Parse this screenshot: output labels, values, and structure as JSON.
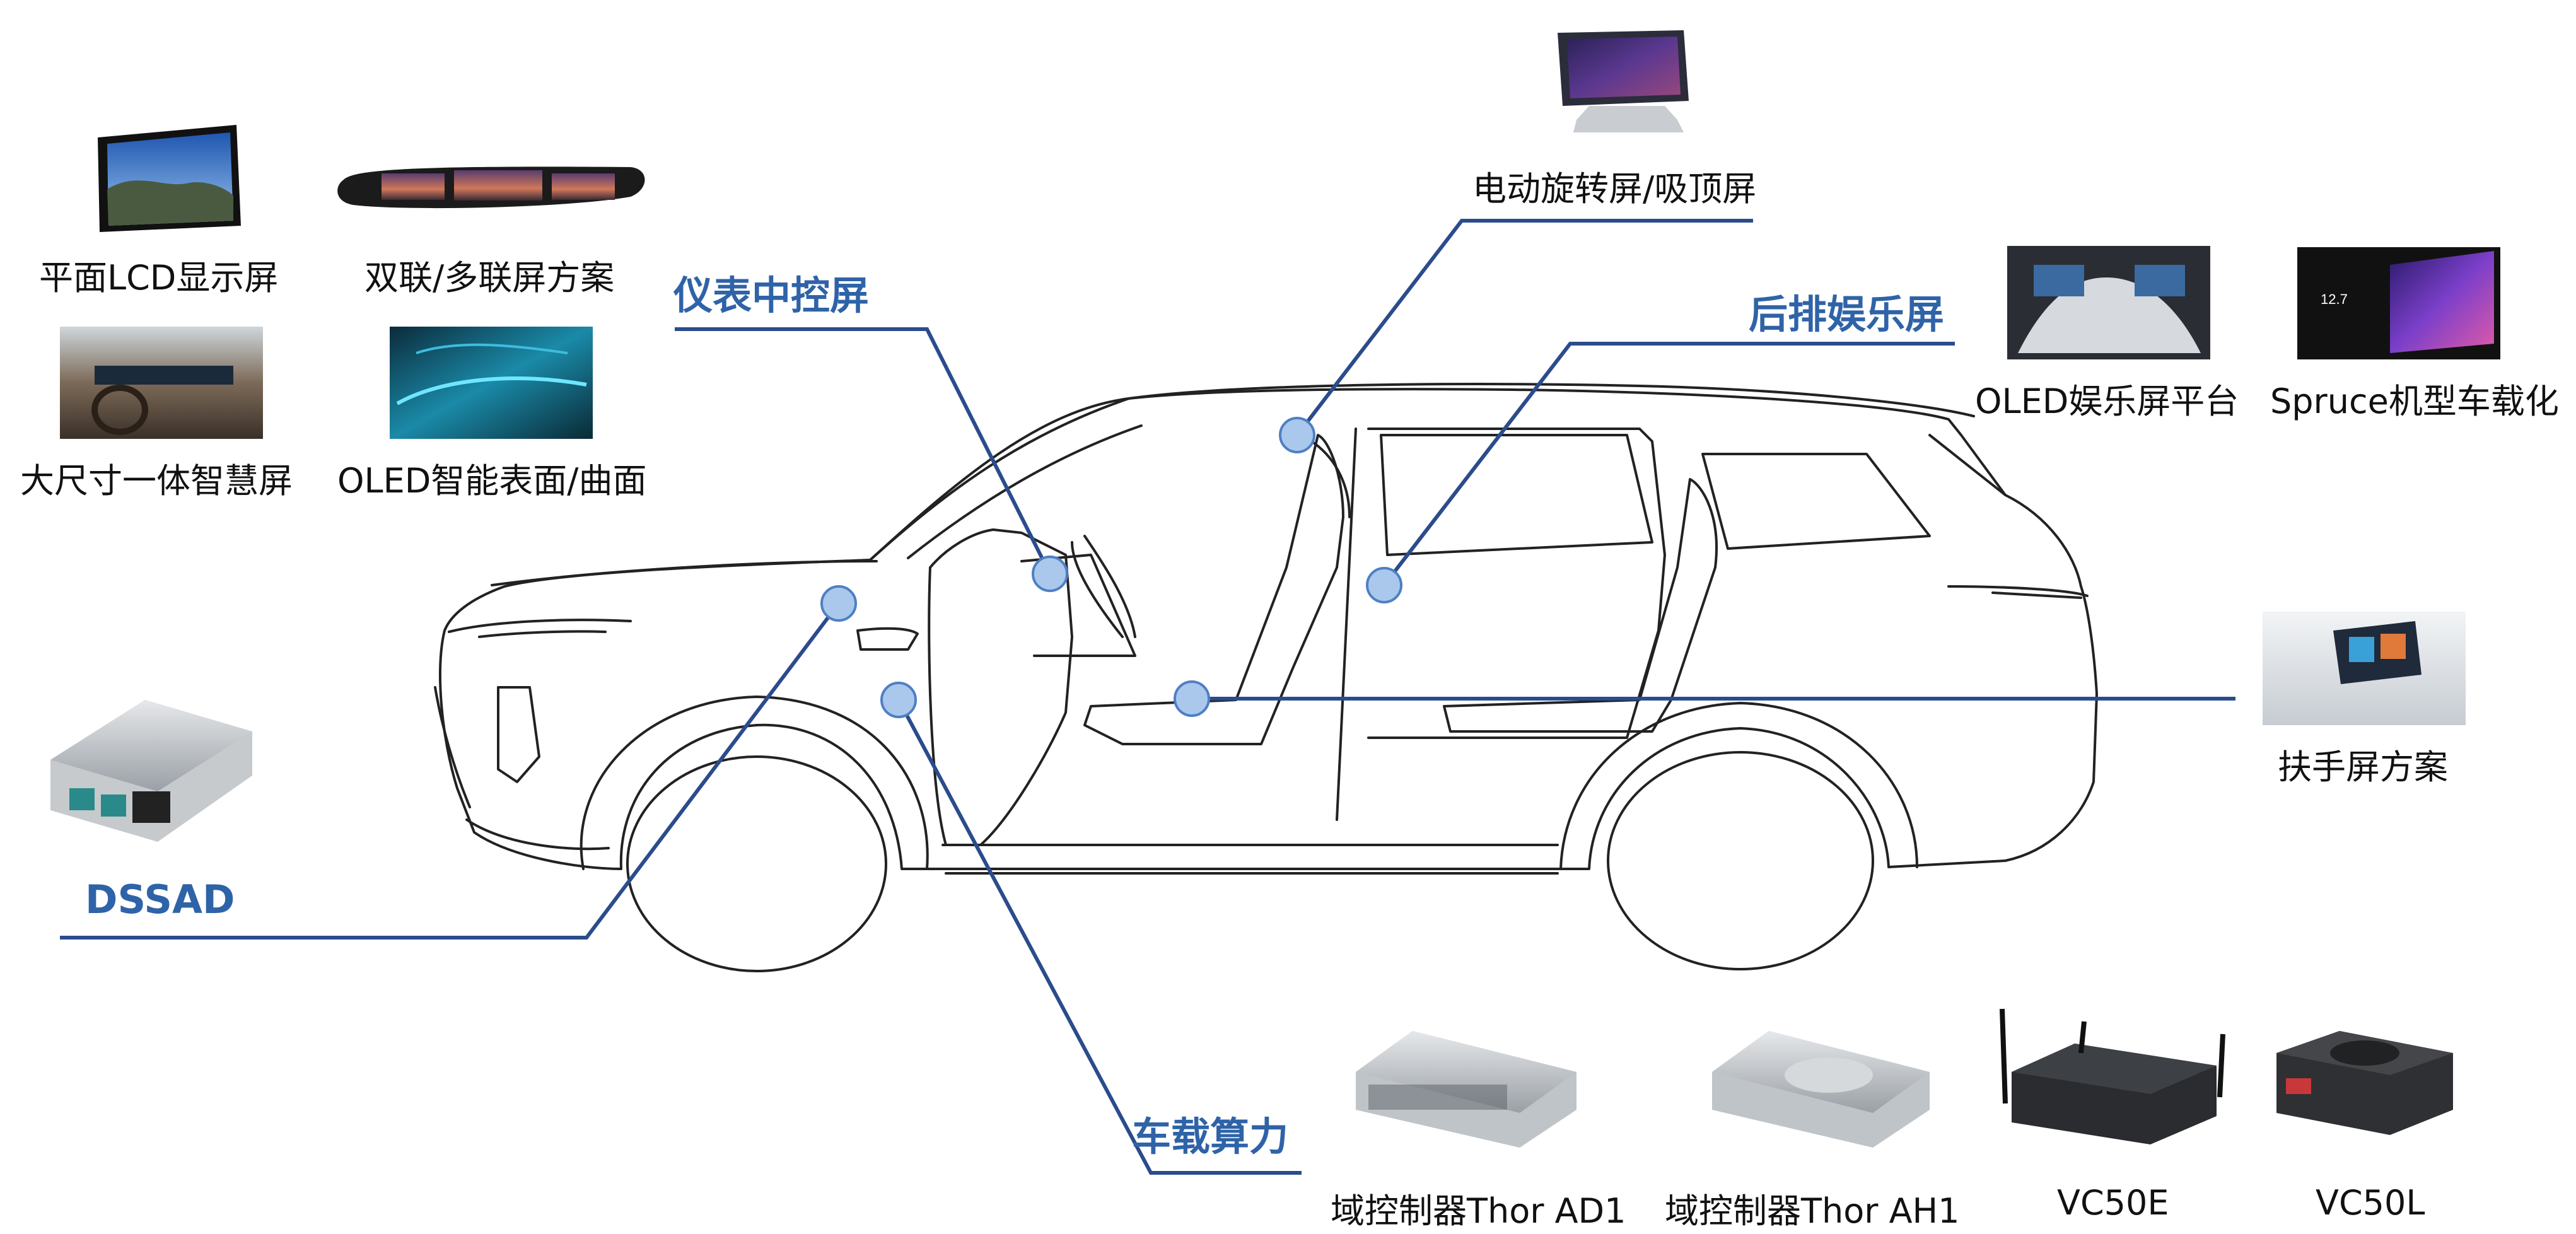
{
  "colors": {
    "accent": "#2f63a8",
    "line": "#2b4c8c",
    "dot_fill": "#a9c8ec",
    "dot_stroke": "#4f7fc4",
    "car_line": "#222222"
  },
  "categories": {
    "cluster": "仪表中控屏",
    "rear": "后排娱乐屏",
    "compute": "车载算力",
    "dssad": "DSSAD"
  },
  "products": {
    "flat_lcd": "平面LCD显示屏",
    "dual_screen": "双联/多联屏方案",
    "large_smart": "大尺寸一体智慧屏",
    "oled_surface": "OLED智能表面/曲面",
    "rotating": "电动旋转屏/吸顶屏",
    "oled_ent": "OLED娱乐屏平台",
    "spruce": "Spruce机型车载化",
    "armrest": "扶手屏方案",
    "thor_ad1": "域控制器Thor AD1",
    "thor_ah1": "域控制器Thor AH1",
    "vc50e": "VC50E",
    "vc50l": "VC50L"
  },
  "spruce_screen_text": "12.7"
}
